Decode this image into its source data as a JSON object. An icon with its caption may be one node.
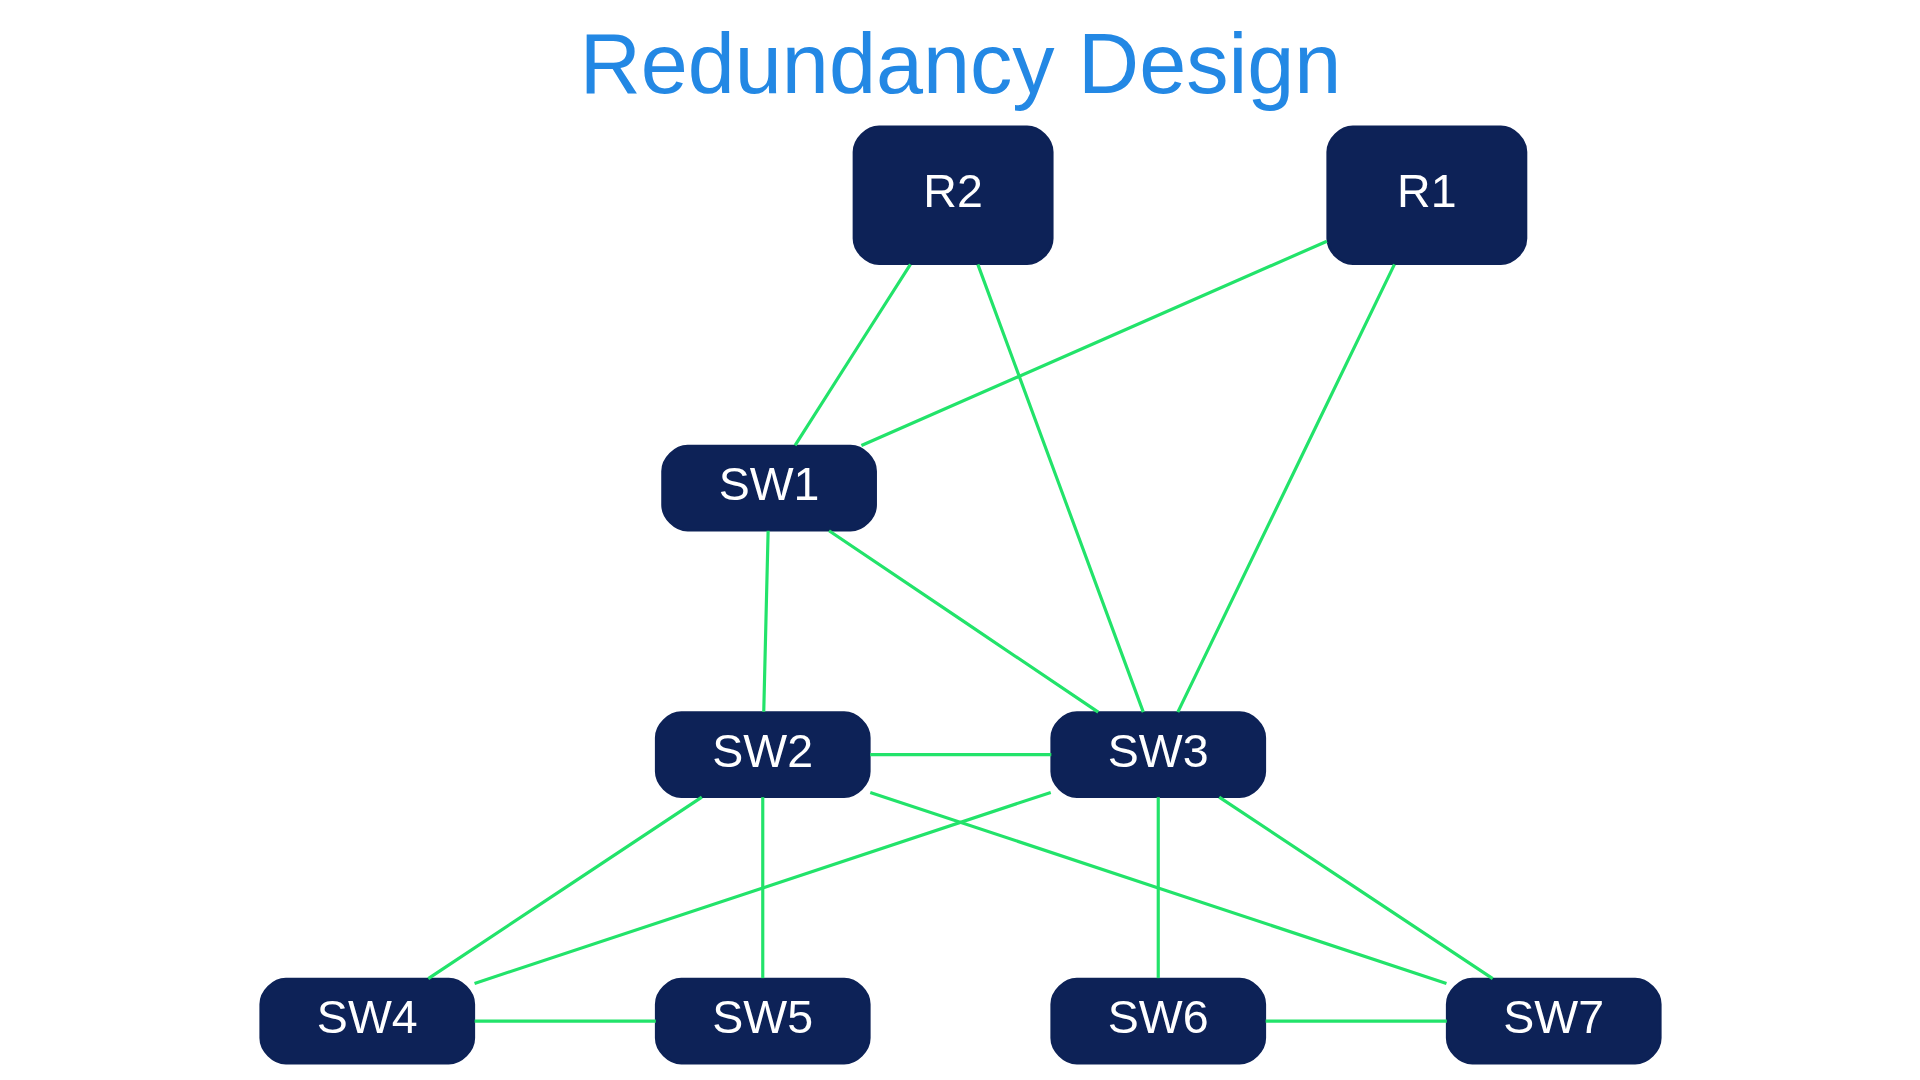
{
  "diagram": {
    "title": "Redundancy Design",
    "nodes": [
      {
        "text": [
          "R1"
        ]
      },
      {
        "text": [
          "R2"
        ]
      },
      {
        "text": [
          "SW1"
        ]
      },
      {
        "text": [
          "SW2"
        ]
      },
      {
        "text": [
          "SW3"
        ]
      },
      {
        "text": [
          "SW4"
        ]
      },
      {
        "text": [
          "SW5"
        ]
      },
      {
        "text": [
          "SW6"
        ]
      },
      {
        "text": [
          "SW7"
        ]
      }
    ],
    "edges": [
      {
        "from": 0,
        "to": 2,
        "arrow": "none"
      },
      {
        "from": 0,
        "to": 4,
        "arrow": "none"
      },
      {
        "from": 1,
        "to": 2,
        "arrow": "none"
      },
      {
        "from": 1,
        "to": 4,
        "arrow": "none"
      },
      {
        "from": 2,
        "to": 3,
        "arrow": "none"
      },
      {
        "from": 2,
        "to": 4,
        "arrow": "none"
      },
      {
        "from": 3,
        "to": 4,
        "arrow": "none"
      },
      {
        "from": 3,
        "to": 5,
        "arrow": "none"
      },
      {
        "from": 3,
        "to": 6,
        "arrow": "none"
      },
      {
        "from": 3,
        "to": 8,
        "arrow": "none"
      },
      {
        "from": 4,
        "to": 5,
        "arrow": "none"
      },
      {
        "from": 4,
        "to": 7,
        "arrow": "none"
      },
      {
        "from": 4,
        "to": 8,
        "arrow": "none"
      },
      {
        "from": 5,
        "to": 6,
        "arrow": "none"
      },
      {
        "from": 7,
        "to": 8,
        "arrow": "none"
      }
    ]
  }
}
